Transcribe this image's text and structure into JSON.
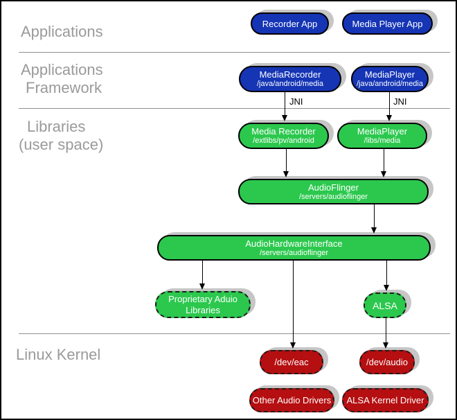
{
  "rows": {
    "applications": {
      "label": "Applications"
    },
    "framework": {
      "line1": "Applications",
      "line2": "Framework"
    },
    "libraries": {
      "line1": "Libraries",
      "line2": "(user space)"
    },
    "kernel": {
      "label": "Linux Kernel"
    }
  },
  "annotations": {
    "jni_left": "JNI",
    "jni_right": "JNI"
  },
  "nodes": {
    "recorder_app": {
      "title": "Recorder App"
    },
    "media_player_app": {
      "title": "Media Player App"
    },
    "media_recorder_fw": {
      "title": "MediaRecorder",
      "subtitle": "/java/android/media"
    },
    "media_player_fw": {
      "title": "MediaPlayer",
      "subtitle": "/java/android/media"
    },
    "media_recorder_lib": {
      "title": "Media Recorder",
      "subtitle": "/extlibs/pv/android"
    },
    "media_player_lib": {
      "title": "MediaPlayer",
      "subtitle": "/libs/media"
    },
    "audio_flinger": {
      "title": "AudioFlinger",
      "subtitle": "/servers/audioflinger"
    },
    "audio_hw_interface": {
      "title": "AudioHardwareInterface",
      "subtitle": "/servers/audioflinger"
    },
    "proprietary_audio": {
      "title": "Proprietary Aduio Libraries"
    },
    "alsa": {
      "title": "ALSA"
    },
    "dev_eac": {
      "title": "/dev/eac"
    },
    "dev_audio": {
      "title": "/dev/audio"
    },
    "other_audio_drivers": {
      "title": "Other Audio Drivers"
    },
    "alsa_kernel_driver": {
      "title": "ALSA Kernel Driver"
    }
  },
  "edges": [
    {
      "from": "media_recorder_fw",
      "to": "media_recorder_lib",
      "label": "JNI"
    },
    {
      "from": "media_player_fw",
      "to": "media_player_lib",
      "label": "JNI"
    },
    {
      "from": "media_recorder_lib",
      "to": "audio_flinger",
      "label": ""
    },
    {
      "from": "media_player_lib",
      "to": "audio_flinger",
      "label": ""
    },
    {
      "from": "audio_flinger",
      "to": "audio_hw_interface",
      "label": ""
    },
    {
      "from": "audio_hw_interface",
      "to": "proprietary_audio",
      "label": ""
    },
    {
      "from": "audio_hw_interface",
      "to": "dev_eac",
      "label": ""
    },
    {
      "from": "audio_hw_interface",
      "to": "alsa",
      "label": ""
    },
    {
      "from": "alsa",
      "to": "dev_audio",
      "label": ""
    }
  ],
  "colors": {
    "application_blue": "#1535b5",
    "library_green": "#2cc84e",
    "kernel_red": "#b50f11",
    "shadow_gray": "#c6c6c6",
    "row_label_gray": "#9a9a9a",
    "divider_gray": "#8f8f8f"
  }
}
